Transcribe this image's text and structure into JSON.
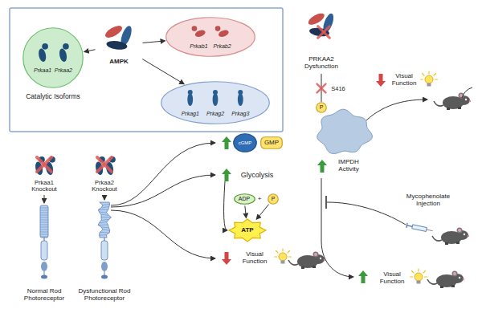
{
  "diagram": {
    "nodes": [
      {
        "text": [
          "AMPK"
        ]
      },
      {
        "text": [
          "Prkaa1",
          "Prkaa2",
          "Catalytic Isoforms"
        ]
      },
      {
        "text": [
          "Prkab1",
          "Prkab2"
        ]
      },
      {
        "text": [
          "Prkag1",
          "Prkag2",
          "Prkag3"
        ]
      },
      {
        "text": [
          "cGMP"
        ]
      },
      {
        "text": [
          "GMP"
        ]
      },
      {
        "text": [
          "ADP"
        ]
      },
      {
        "text": [
          "P"
        ]
      },
      {
        "text": [
          "ATP"
        ]
      },
      {
        "text": [
          "P"
        ]
      }
    ],
    "edges": [
      {
        "from": 0,
        "to": 1,
        "arrow": "to"
      },
      {
        "from": 0,
        "to": 2,
        "arrow": "to"
      },
      {
        "from": 0,
        "to": 3,
        "arrow": "to"
      },
      {
        "from": 6,
        "to": 8,
        "arrow": "to"
      },
      {
        "from": 7,
        "to": 8,
        "arrow": "to"
      }
    ],
    "labels": [
      "Prkaa1 Knockout",
      "Prkaa2 Knockout",
      "Normal Rod Photoreceptor",
      "Dysfunctional Rod Photoreceptor",
      "Glycolysis",
      "+",
      "Visual Function",
      "PRKAA2 Dysfunction",
      "S416",
      "IMPDH Activity",
      "Visual Function",
      "Mycophenolate Injection",
      "Visual Function"
    ]
  }
}
